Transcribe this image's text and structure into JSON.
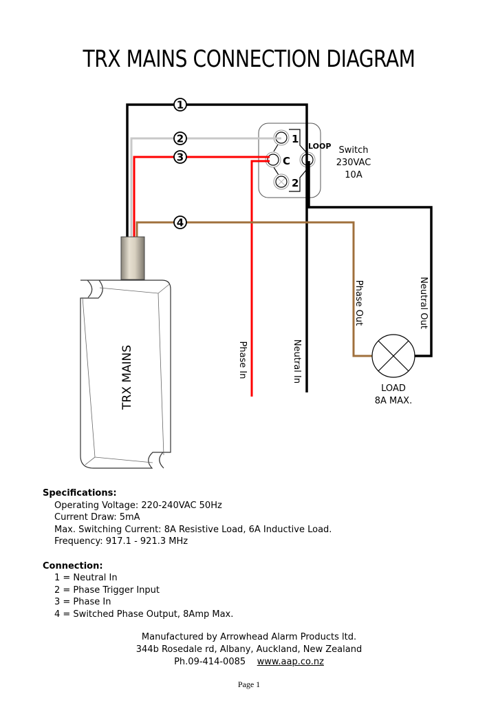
{
  "title": "TRX MAINS CONNECTION DIAGRAM",
  "diagram": {
    "wire_numbers": [
      "1",
      "2",
      "3",
      "4"
    ],
    "switch": {
      "terminals": [
        "1",
        "C",
        "2"
      ],
      "loop_label": "LOOP",
      "label_lines": [
        "Switch",
        "230VAC",
        "10A"
      ]
    },
    "device_label": "TRX MAINS",
    "wire_labels": {
      "phase_in": "Phase In",
      "neutral_in": "Neutral In",
      "phase_out": "Phase Out",
      "neutral_out": "Neutral Out"
    },
    "load": {
      "label_lines": [
        "LOAD",
        "8A MAX."
      ]
    },
    "colors": {
      "neutral": "#000000",
      "trigger": "#c8c8c8",
      "phase": "#ff0000",
      "switched": "#a0703c"
    }
  },
  "specifications": {
    "heading": "Specifications:",
    "items": [
      "Operating Voltage: 220-240VAC 50Hz",
      "Current Draw: 5mA",
      "Max. Switching Current: 8A Resistive Load, 6A Inductive Load.",
      "Frequency: 917.1 - 921.3 MHz"
    ]
  },
  "connection": {
    "heading": "Connection:",
    "items": [
      "1 = Neutral In",
      "2 = Phase Trigger Input",
      "3 = Phase In",
      "4 = Switched Phase Output, 8Amp Max."
    ]
  },
  "footer": {
    "line1": "Manufactured by Arrowhead Alarm Products ltd.",
    "line2": "344b Rosedale rd, Albany, Auckland, New Zealand",
    "phone": "Ph.09-414-0085",
    "website": "www.aap.co.nz",
    "page": "Page 1"
  }
}
